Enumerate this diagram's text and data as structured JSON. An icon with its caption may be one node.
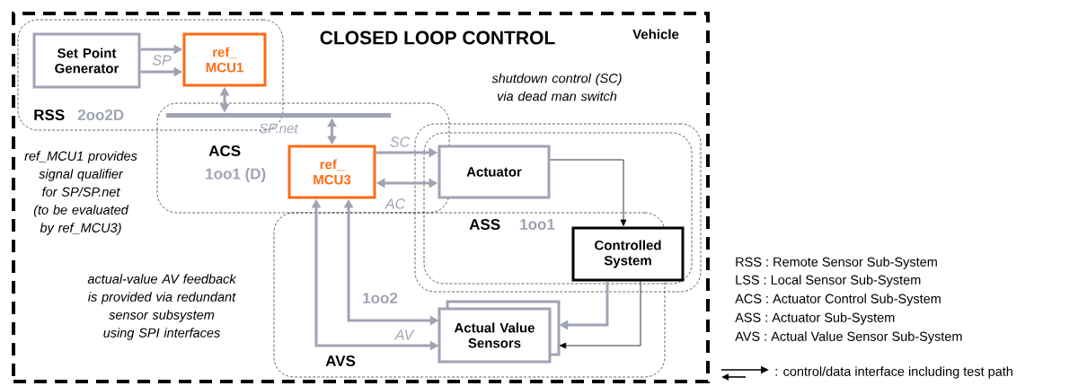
{
  "diagram": {
    "title": "CLOSED LOOP CONTROL",
    "nodes": [
      {
        "text": [
          "Vehicle"
        ]
      },
      {
        "text": [
          "RSS",
          "2oo2D"
        ],
        "in": 0
      },
      {
        "text": [
          "Set Point Generator"
        ],
        "in": 1
      },
      {
        "text": [
          "ref_ MCU1"
        ],
        "in": 1
      },
      {
        "text": [
          "ACS",
          "1oo1 (D)"
        ],
        "in": 0
      },
      {
        "text": [],
        "shape": "bar",
        "beside": [
          "SP.net"
        ],
        "in": 4
      },
      {
        "text": [
          "ref_ MCU3"
        ],
        "in": 4
      },
      {
        "text": [
          "ASS",
          "1oo1"
        ],
        "in": 0
      },
      {
        "text": [
          "Actuator"
        ],
        "in": 7
      },
      {
        "text": [
          "Controlled System"
        ],
        "in": 7
      },
      {
        "text": [
          "AVS",
          "1oo2"
        ],
        "in": 0
      },
      {
        "text": [
          "Actual Value Sensors"
        ],
        "in": 10
      }
    ],
    "edges": [
      {
        "from": 2,
        "to": 3,
        "arrow": "to",
        "label": "SP"
      },
      {
        "from": 2,
        "to": 3,
        "arrow": "to"
      },
      {
        "from": 3,
        "to": 5,
        "arrow": "both"
      },
      {
        "from": 5,
        "to": 6,
        "arrow": "both"
      },
      {
        "from": 6,
        "to": 8,
        "arrow": "to",
        "label": "SC"
      },
      {
        "from": 6,
        "to": 8,
        "arrow": "both",
        "label": "AC"
      },
      {
        "from": 8,
        "to": 9,
        "arrow": "to",
        "color": "#000000"
      },
      {
        "from": 9,
        "to": 11,
        "arrow": "to"
      },
      {
        "from": 9,
        "to": 11,
        "arrow": "to",
        "color": "#000000"
      },
      {
        "from": 11,
        "to": 6,
        "arrow": "both"
      },
      {
        "from": 11,
        "to": 6,
        "arrow": "both",
        "label": "AV"
      }
    ],
    "labels": [
      "shutdown control (SC) via dead man switch",
      "ref_MCU1 provides signal qualifier for SP/SP.net (to be evaluated by ref_MCU3)",
      "actual-value AV feedback is provided via redundant sensor subsystem using SPI interfaces",
      "RSS  : Remote Sensor Sub-System",
      "LSS  : Local Sensor Sub-System",
      "ACS  : Actuator Control Sub-System",
      "ASS  : Actuator Sub-System",
      "AVS  : Actual Value Sensor Sub-System"
    ],
    "legend": [
      {
        "text": ": control/data interface including test path"
      }
    ]
  }
}
